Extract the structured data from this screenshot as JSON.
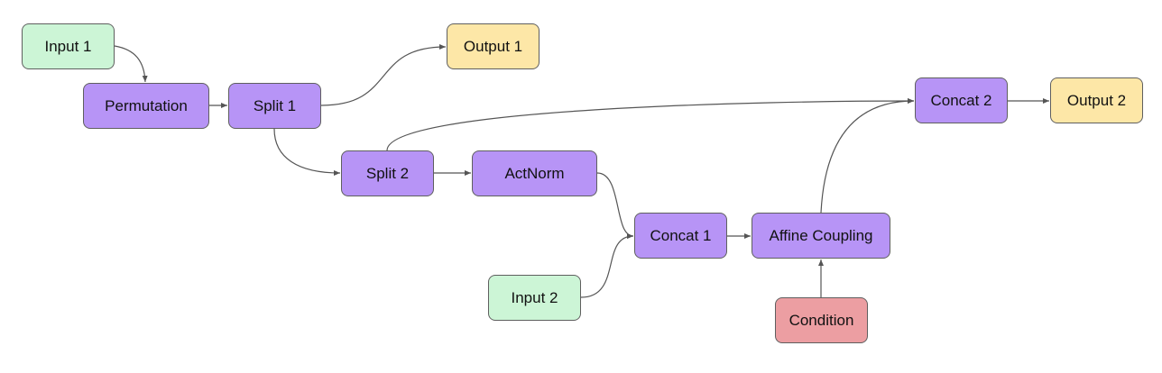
{
  "colors": {
    "input": "#ccf5d6",
    "operation": "#b794f6",
    "output": "#fde7a7",
    "condition": "#ec9ea2",
    "border": "#5f5f5f",
    "edge": "#555555"
  },
  "nodes": {
    "input1": "Input 1",
    "permutation": "Permutation",
    "split1": "Split 1",
    "output1": "Output 1",
    "split2": "Split 2",
    "actnorm": "ActNorm",
    "concat1": "Concat 1",
    "input2": "Input 2",
    "affine": "Affine Coupling",
    "condition": "Condition",
    "concat2": "Concat 2",
    "output2": "Output 2"
  },
  "edges": [
    {
      "from": "Input 1",
      "to": "Permutation"
    },
    {
      "from": "Permutation",
      "to": "Split 1"
    },
    {
      "from": "Split 1",
      "to": "Output 1"
    },
    {
      "from": "Split 1",
      "to": "Split 2"
    },
    {
      "from": "Split 2",
      "to": "ActNorm"
    },
    {
      "from": "Split 2",
      "to": "Concat 2"
    },
    {
      "from": "ActNorm",
      "to": "Concat 1"
    },
    {
      "from": "Input 2",
      "to": "Concat 1"
    },
    {
      "from": "Concat 1",
      "to": "Affine Coupling"
    },
    {
      "from": "Condition",
      "to": "Affine Coupling"
    },
    {
      "from": "Affine Coupling",
      "to": "Concat 2"
    },
    {
      "from": "Concat 2",
      "to": "Output 2"
    }
  ]
}
